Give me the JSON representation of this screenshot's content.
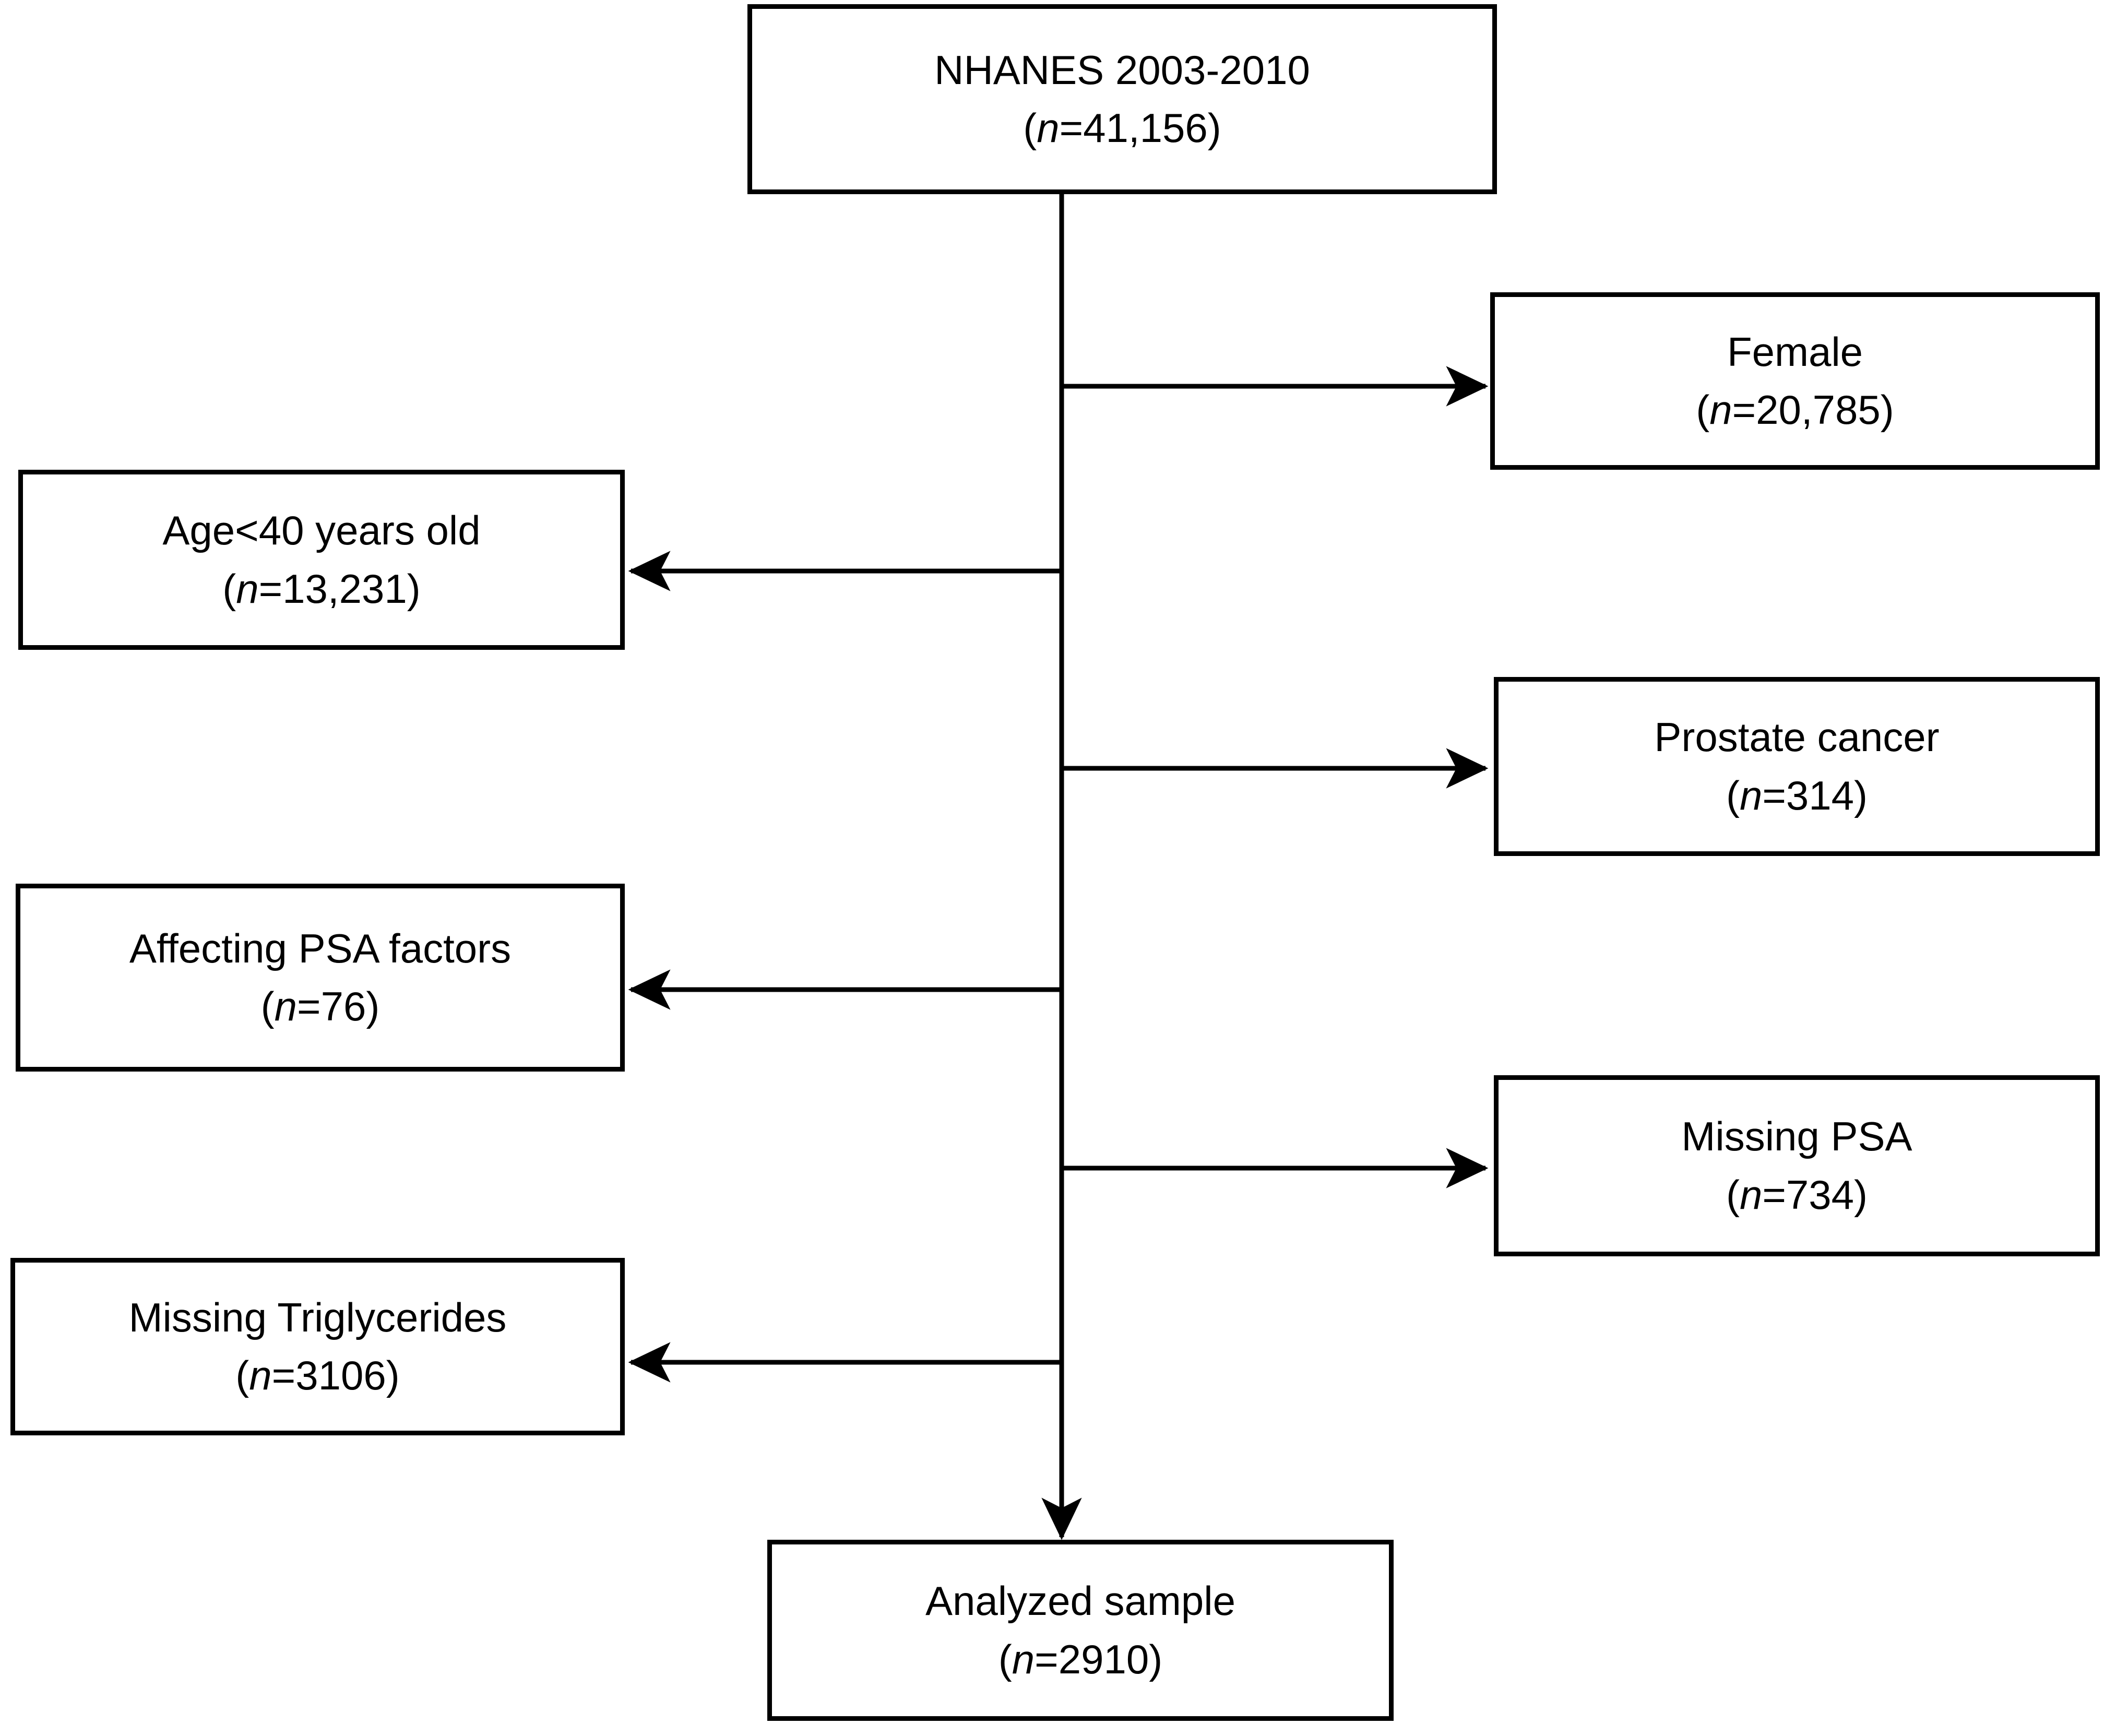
{
  "figure": {
    "type": "flowchart",
    "orientation": "vertical-spine-with-lateral-exclusions",
    "line_color": "#000000",
    "box_fill": "#ffffff"
  },
  "nodes": {
    "source": {
      "label": "NHANES  2003-2010",
      "count_prefix": "(",
      "count_n": "n",
      "count_value": "=41,156)",
      "count_full": "(n=41,156)"
    },
    "exclusion_female": {
      "label": "Female",
      "count_prefix": "(",
      "count_n": "n",
      "count_value": "=20,785)",
      "count_full": "(n=20,785)"
    },
    "exclusion_age": {
      "label": "Age<40 years old",
      "count_prefix": "(",
      "count_n": "n",
      "count_value": "=13,231)",
      "count_full": "(n=13,231)"
    },
    "exclusion_prostate_cancer": {
      "label": "Prostate cancer",
      "count_prefix": "(",
      "count_n": "n",
      "count_value": "=314)",
      "count_full": "(n=314)"
    },
    "exclusion_psa_factors": {
      "label": "Affecting PSA factors",
      "count_prefix": "(",
      "count_n": "n",
      "count_value": "=76)",
      "count_full": "(n=76)"
    },
    "exclusion_missing_psa": {
      "label": "Missing PSA",
      "count_prefix": "(",
      "count_n": "n",
      "count_value": "=734)",
      "count_full": "(n=734)"
    },
    "exclusion_missing_triglycerides": {
      "label": "Missing Triglycerides",
      "count_prefix": "(",
      "count_n": "n",
      "count_value": "=3106)",
      "count_full": "(n=3106)"
    },
    "analyzed": {
      "label": "Analyzed sample",
      "count_prefix": "(",
      "count_n": "n",
      "count_value": "=2910)",
      "count_full": "(n=2910)"
    }
  },
  "chart_data": {
    "type": "flow",
    "title": "NHANES  2003-2010 participant selection flow",
    "start": {
      "name": "NHANES  2003-2010",
      "n": 41156
    },
    "exclusions": [
      {
        "name": "Female",
        "n": 20785,
        "side": "right"
      },
      {
        "name": "Age<40 years old",
        "n": 13231,
        "side": "left"
      },
      {
        "name": "Prostate cancer",
        "n": 314,
        "side": "right"
      },
      {
        "name": "Affecting PSA factors",
        "n": 76,
        "side": "left"
      },
      {
        "name": "Missing PSA",
        "n": 734,
        "side": "right"
      },
      {
        "name": "Missing Triglycerides",
        "n": 3106,
        "side": "left"
      }
    ],
    "end": {
      "name": "Analyzed sample",
      "n": 2910
    }
  }
}
